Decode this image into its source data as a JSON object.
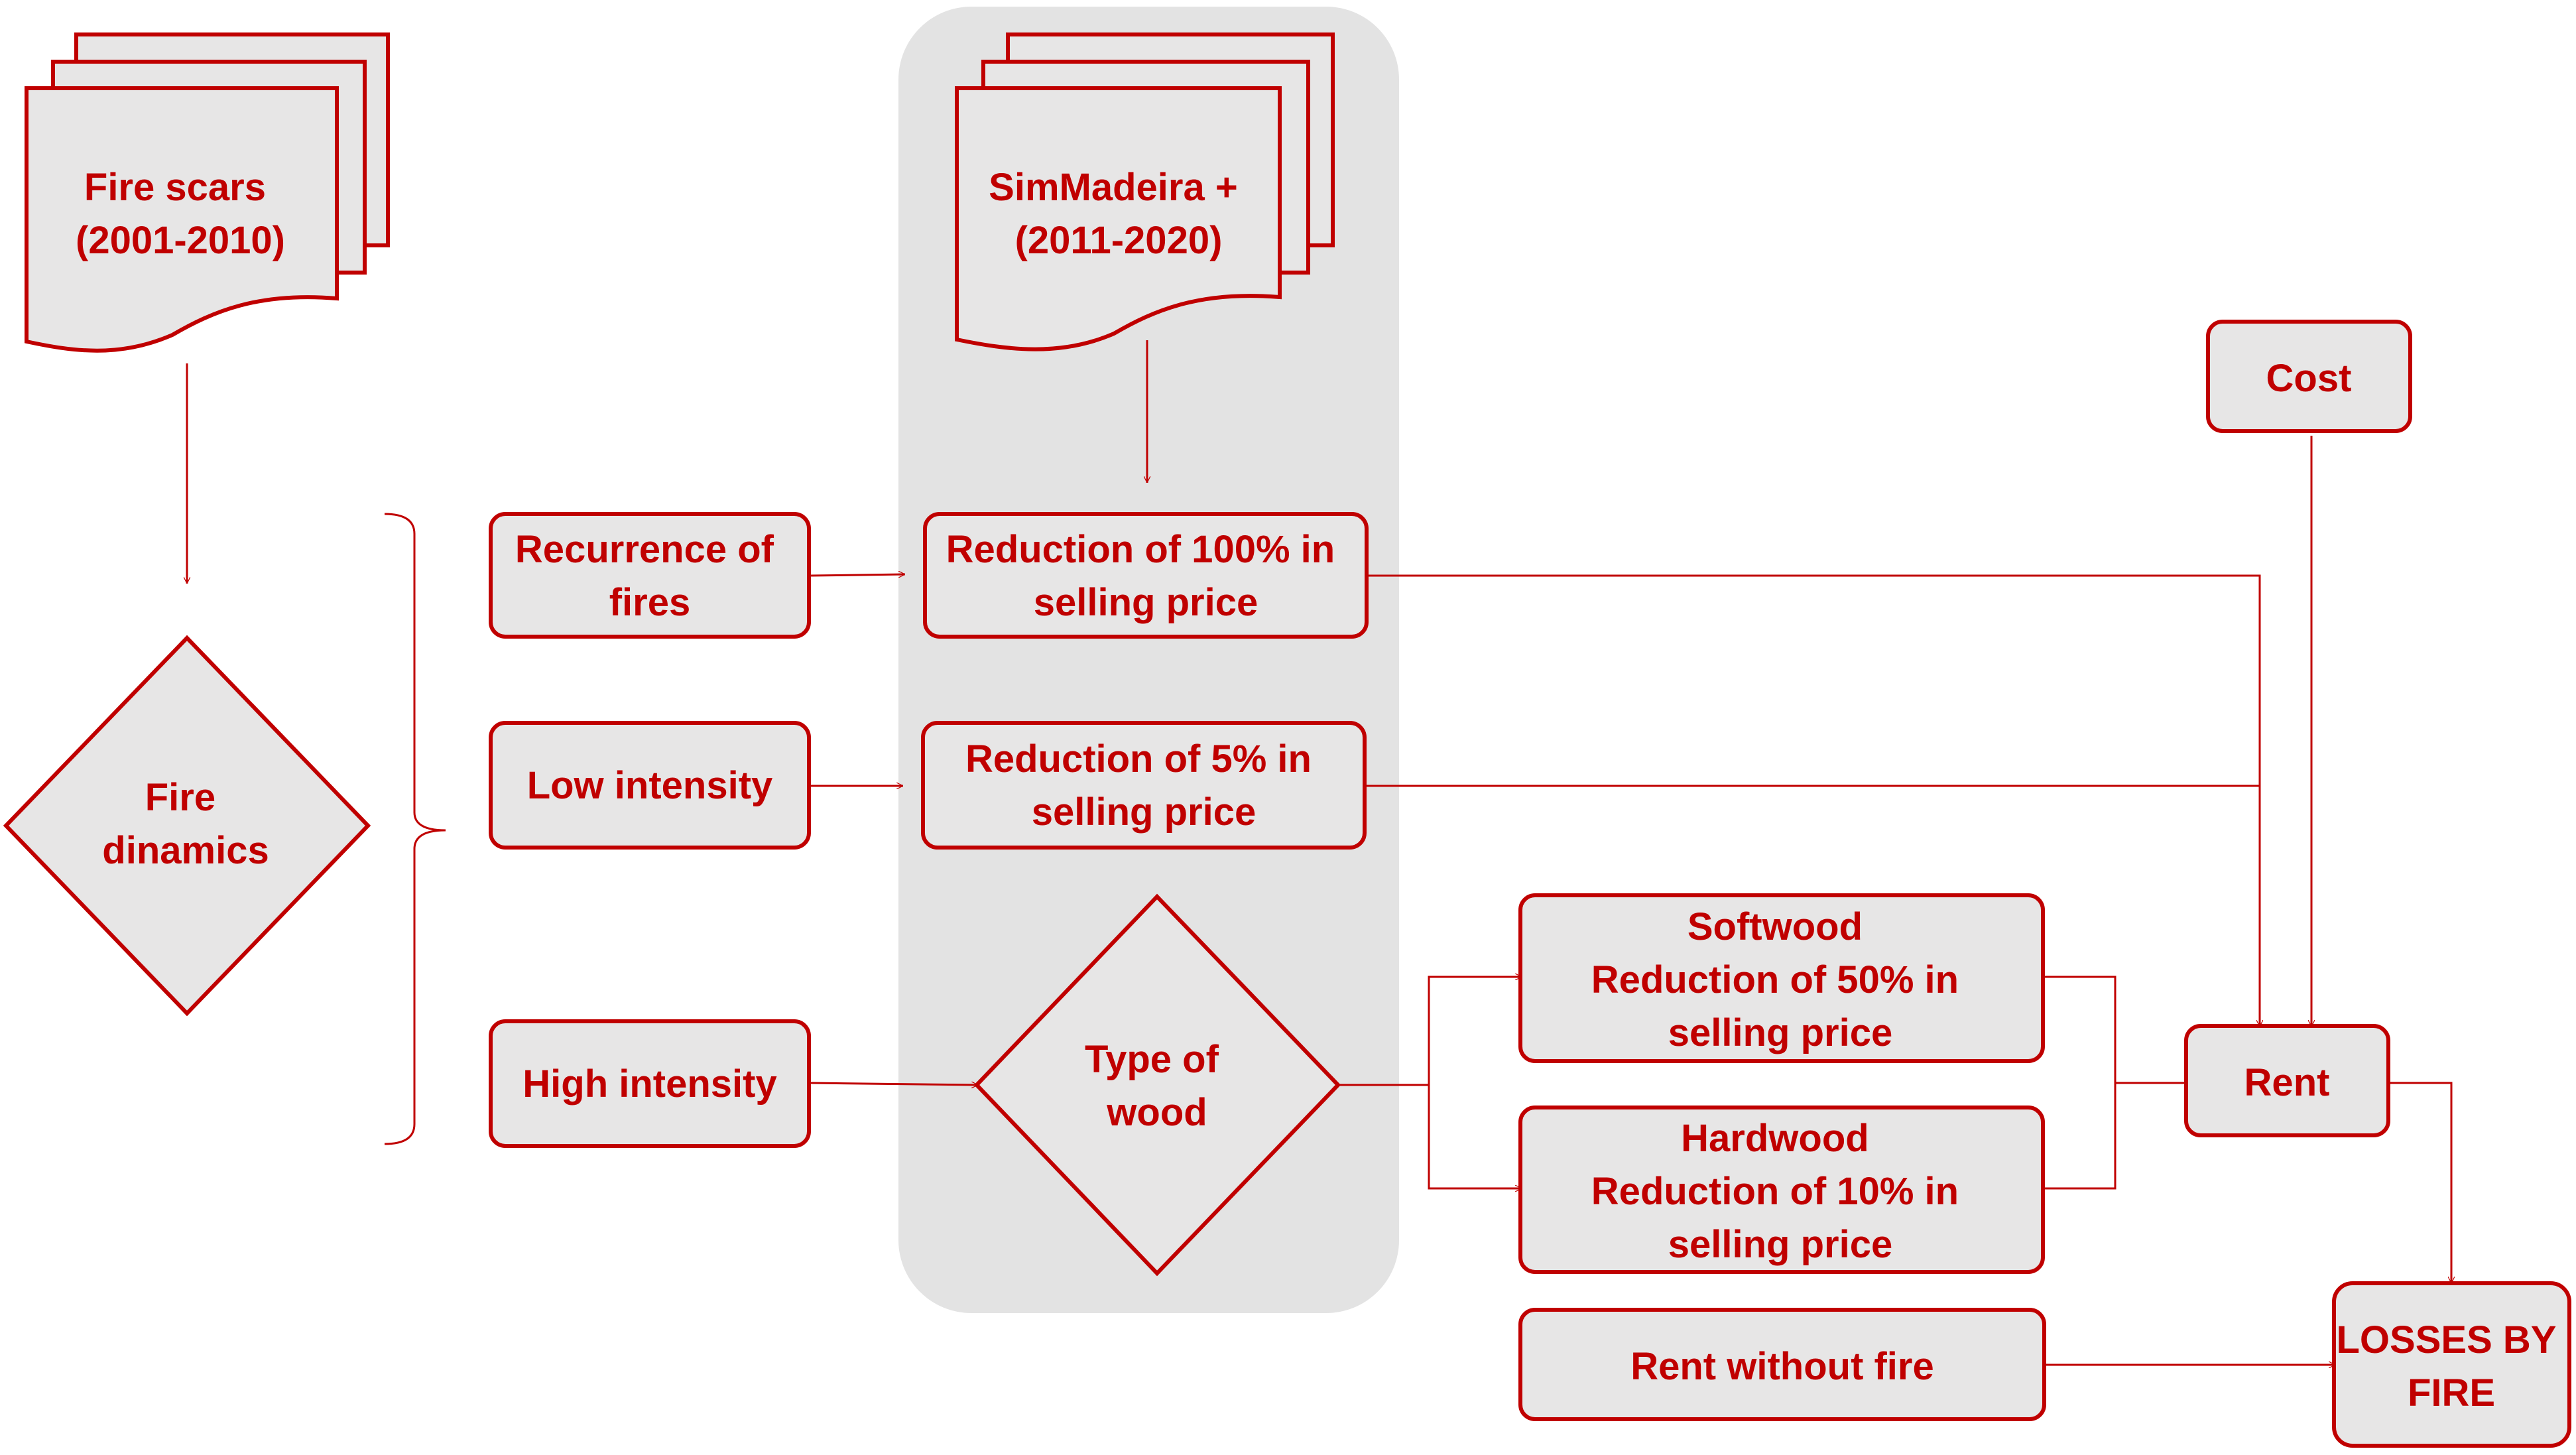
{
  "colors": {
    "accent": "#c00000",
    "node_fill": "#e7e6e6",
    "panel_fill": "#e3e3e3",
    "background": "#ffffff"
  },
  "nodes": {
    "fire_scars": {
      "lines": [
        "Fire scars",
        "(2001-2010)"
      ]
    },
    "simmadeira": {
      "lines": [
        "SimMadeira +",
        "(2011-2020)"
      ]
    },
    "cost": {
      "lines": [
        "Cost"
      ]
    },
    "fire_dinamics": {
      "lines": [
        "Fire",
        "dinamics"
      ]
    },
    "recurrence": {
      "lines": [
        "Recurrence of",
        "fires"
      ]
    },
    "low_intensity": {
      "lines": [
        "Low intensity"
      ]
    },
    "high_intensity": {
      "lines": [
        "High intensity"
      ]
    },
    "reduction_100": {
      "lines": [
        "Reduction of 100% in",
        "selling price"
      ]
    },
    "reduction_5": {
      "lines": [
        "Reduction of 5% in",
        "selling price"
      ]
    },
    "type_of_wood": {
      "lines": [
        "Type of",
        "wood"
      ]
    },
    "softwood": {
      "lines": [
        "Softwood",
        "Reduction of 50% in",
        "selling price"
      ]
    },
    "hardwood": {
      "lines": [
        "Hardwood",
        "Reduction of 10% in",
        "selling price"
      ]
    },
    "rent": {
      "lines": [
        "Rent"
      ]
    },
    "rent_without_fire": {
      "lines": [
        "Rent without fire"
      ]
    },
    "losses_by_fire": {
      "lines": [
        "LOSSES BY",
        "FIRE"
      ]
    }
  }
}
